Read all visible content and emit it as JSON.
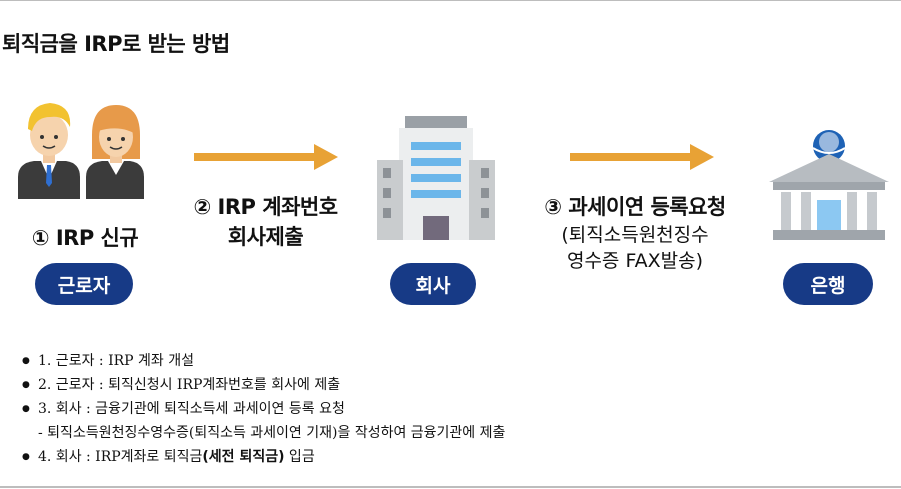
{
  "title": "퇴직금을 IRP로 받는 방법",
  "steps": {
    "s1": {
      "label": "① IRP 신규",
      "badge": "근로자"
    },
    "s2": {
      "line1": "② IRP 계좌번호",
      "line2": "회사제출",
      "badge": "회사"
    },
    "s3": {
      "line1": "③ 과세이연 등록요청",
      "sub1": "(퇴직소득원천징수",
      "sub2": "영수증 FAX발송)",
      "badge": "은행"
    }
  },
  "list": {
    "i1": "1. 근로자 : IRP 계좌 개설",
    "i2": "2. 근로자 : 퇴직신청시 IRP계좌번호를 회사에 제출",
    "i3": "3. 회사 : 금융기관에 퇴직소득세 과세이연 등록 요청",
    "i3b": "- 퇴직소득원천징수영수증(퇴직소득 과세이연 기재)을 작성하여 금융기관에 제출",
    "i4_pre": "4. 회사 : IRP계좌로 퇴직금",
    "i4_bold": "(세전 퇴직금)",
    "i4_post": " 입금"
  },
  "colors": {
    "navy": "#173a86",
    "orange": "#e8a235"
  }
}
